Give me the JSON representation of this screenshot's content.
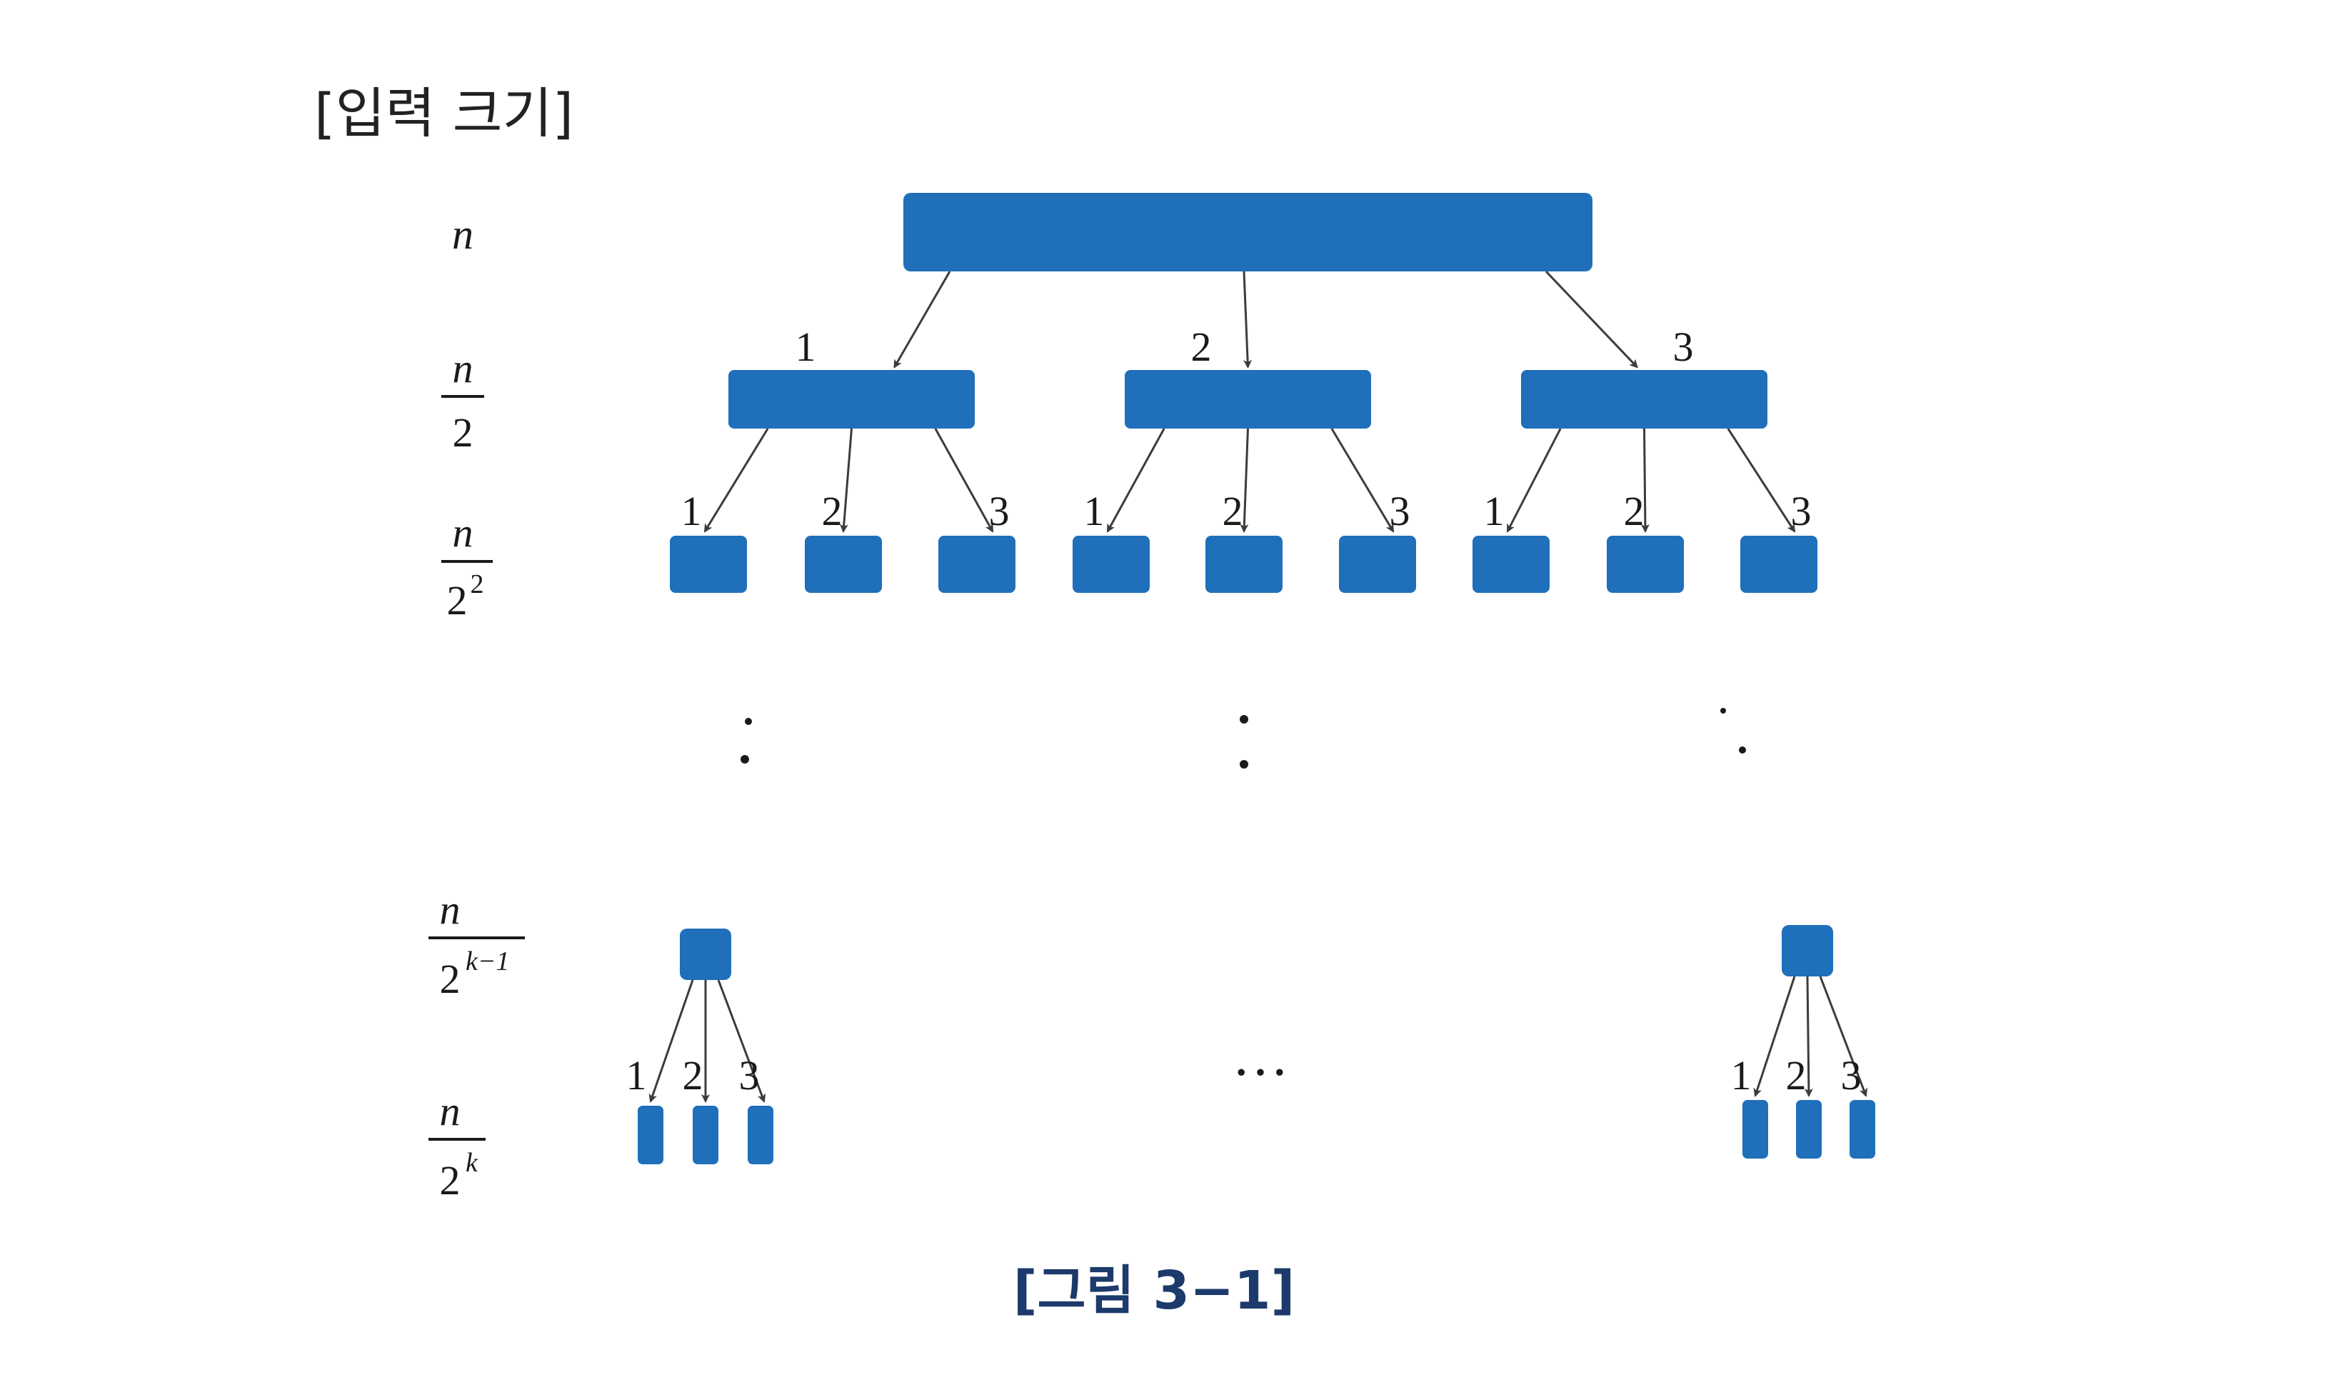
{
  "heading": "[입력 크기]",
  "size_labels": {
    "n": "n",
    "half_num": "n",
    "half_den": "2",
    "quarter_num": "n",
    "quarter_den": "2",
    "quarter_exp": "2",
    "km1_num": "n",
    "km1_den": "2",
    "km1_exp": "k−1",
    "k_num": "n",
    "k_den": "2",
    "k_exp": "k"
  },
  "edge_labels": [
    "1",
    "2",
    "3"
  ],
  "ellipsis": "…",
  "caption": "[그림 3−1]",
  "colors": {
    "box": "#1f6fba",
    "arrow": "#3c3c3c",
    "caption": "#1c3a6b",
    "text": "#1a1a1a"
  }
}
